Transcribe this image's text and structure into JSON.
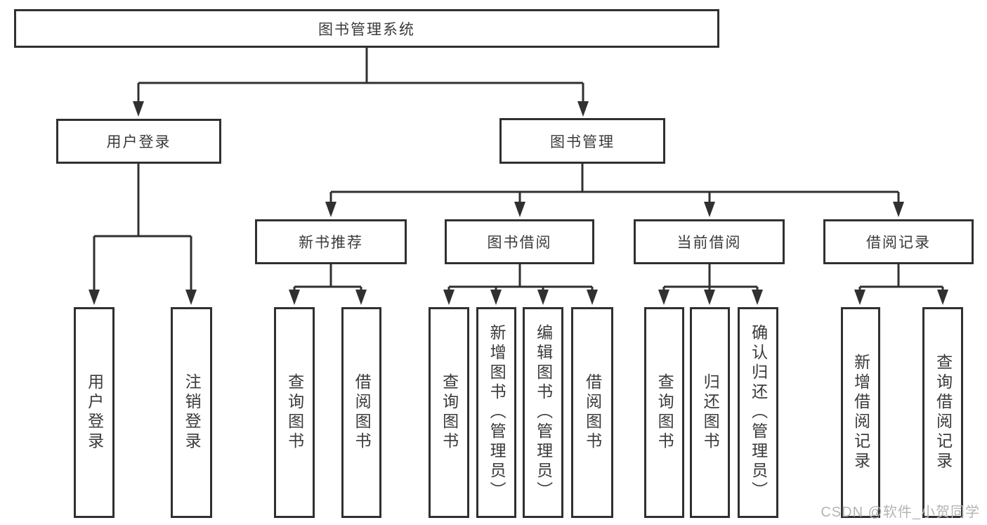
{
  "diagram": {
    "root": {
      "label": "图书管理系统"
    },
    "branches": [
      {
        "label": "用户登录",
        "children": [
          {
            "label": "用户登录"
          },
          {
            "label": "注销登录"
          }
        ]
      },
      {
        "label": "图书管理",
        "children": [
          {
            "label": "新书推荐",
            "children": [
              {
                "label": "查询图书"
              },
              {
                "label": "借阅图书"
              }
            ]
          },
          {
            "label": "图书借阅",
            "children": [
              {
                "label": "查询图书"
              },
              {
                "label": "新增图书（管理员）"
              },
              {
                "label": "编辑图书（管理员）"
              },
              {
                "label": "借阅图书"
              }
            ]
          },
          {
            "label": "当前借阅",
            "children": [
              {
                "label": "查询图书"
              },
              {
                "label": "归还图书"
              },
              {
                "label": "确认归还（管理员）"
              }
            ]
          },
          {
            "label": "借阅记录",
            "children": [
              {
                "label": "新增借阅记录"
              },
              {
                "label": "查询借阅记录"
              }
            ]
          }
        ]
      }
    ]
  },
  "colors": {
    "line": "#303030",
    "text": "#3a3a3a",
    "watermark": "#b4b4b4",
    "background": "#ffffff"
  },
  "watermark": {
    "text": "CSDN @软件_小贺同学"
  }
}
